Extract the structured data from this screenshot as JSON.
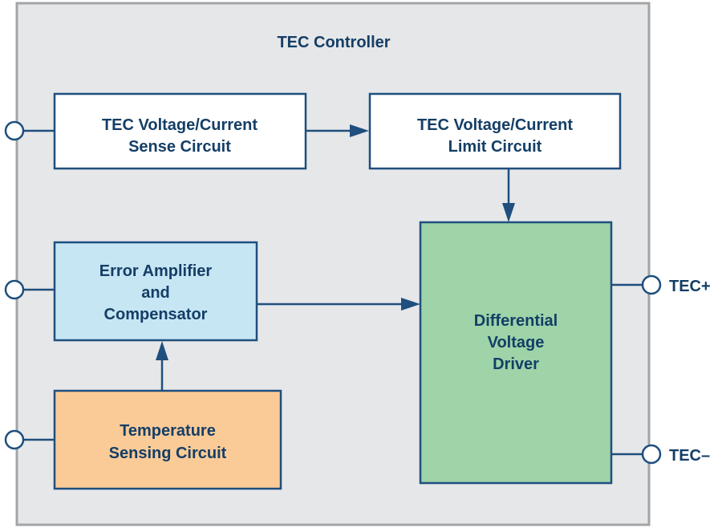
{
  "title": "TEC Controller",
  "colors": {
    "background": "#e6e7e9",
    "frame": "#a3a4a6",
    "line": "#1e4f7e",
    "text": "#143e66",
    "sense_box": "#ffffff",
    "limit_box": "#ffffff",
    "error_amp_box": "#c7e6f4",
    "temp_box": "#fbcb97",
    "driver_box": "#9fd3a8"
  },
  "blocks": {
    "sense": {
      "lines": [
        "TEC Voltage/Current",
        "Sense Circuit"
      ]
    },
    "limit": {
      "lines": [
        "TEC Voltage/Current",
        "Limit Circuit"
      ]
    },
    "error_amp": {
      "lines": [
        "Error Amplifier",
        "and",
        "Compensator"
      ]
    },
    "temp": {
      "lines": [
        "Temperature",
        "Sensing Circuit"
      ]
    },
    "driver": {
      "lines": [
        "Differential",
        "Voltage",
        "Driver"
      ]
    }
  },
  "pins": {
    "tec_plus": "TEC+",
    "tec_minus": "TEC–"
  }
}
